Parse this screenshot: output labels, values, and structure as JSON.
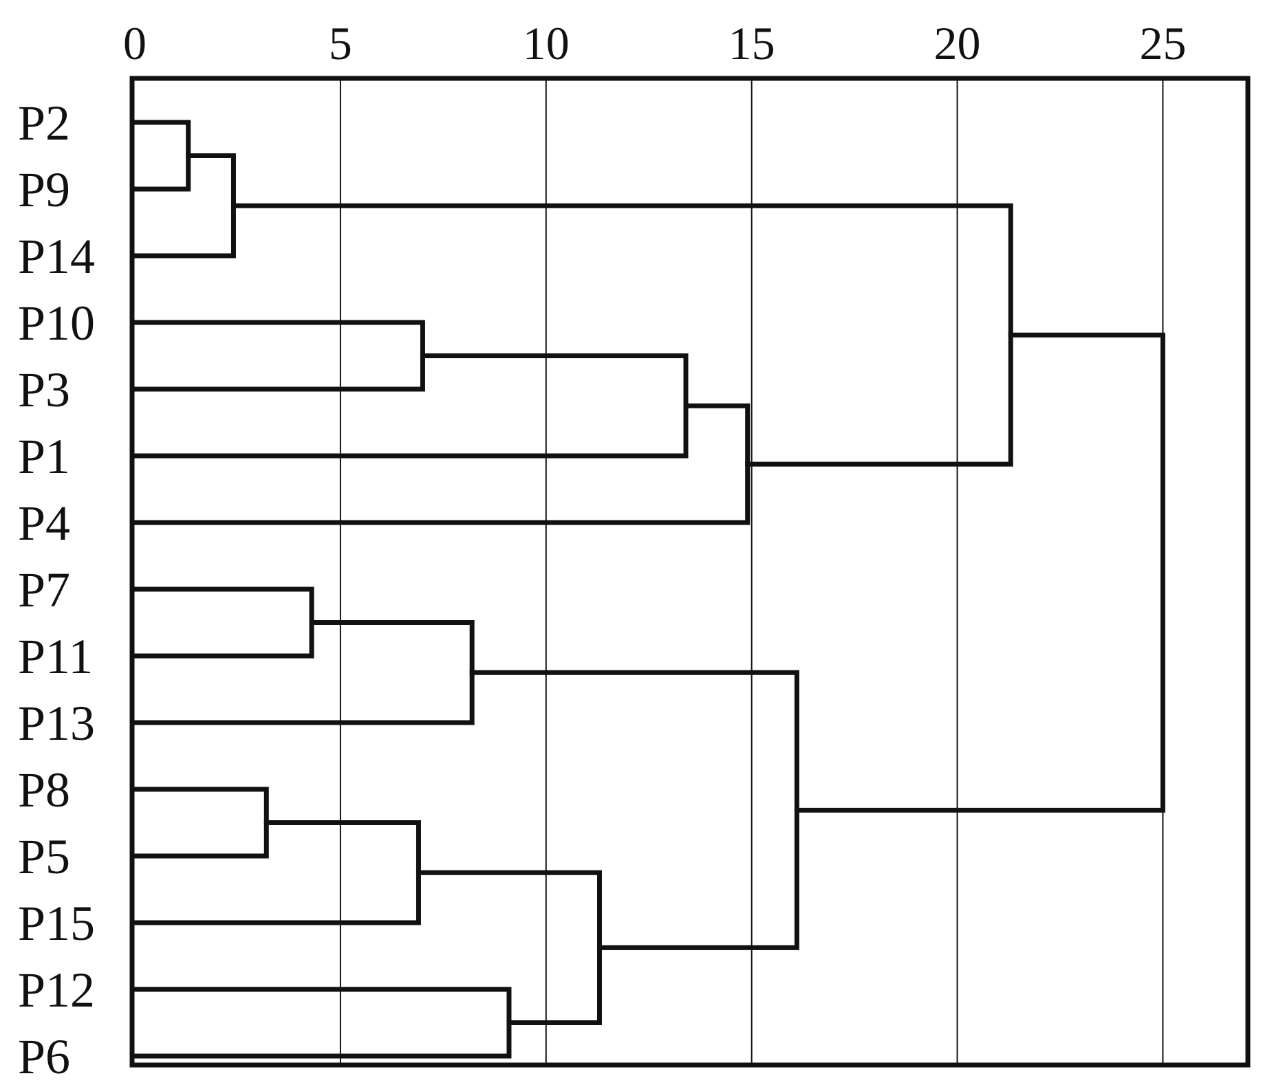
{
  "chart_data": {
    "type": "dendrogram",
    "title": "",
    "xlabel": "",
    "ylabel": "",
    "orientation": "horizontal",
    "xlim": [
      0,
      27
    ],
    "x_ticks": [
      "0",
      "5",
      "10",
      "15",
      "20",
      "25"
    ],
    "x_tick_values": [
      0,
      5,
      10,
      15,
      20,
      25
    ],
    "grid": "vertical lines at each tick",
    "leaves": [
      "P2",
      "P9",
      "P14",
      "P10",
      "P3",
      "P1",
      "P4",
      "P7",
      "P11",
      "P13",
      "P8",
      "P5",
      "P15",
      "P12",
      "P6"
    ],
    "merges": [
      {
        "id": "m1",
        "left": "P2",
        "right": "P9",
        "height": 1.3
      },
      {
        "id": "m2",
        "left": "m1",
        "right": "P14",
        "height": 2.4
      },
      {
        "id": "m3",
        "left": "P10",
        "right": "P3",
        "height": 7.0
      },
      {
        "id": "m4",
        "left": "m3",
        "right": "P1",
        "height": 13.4
      },
      {
        "id": "m5",
        "left": "m4",
        "right": "P4",
        "height": 14.9
      },
      {
        "id": "m6",
        "left": "m2",
        "right": "m5",
        "height": 21.3
      },
      {
        "id": "m7",
        "left": "P7",
        "right": "P11",
        "height": 4.3
      },
      {
        "id": "m8",
        "left": "m7",
        "right": "P13",
        "height": 8.2
      },
      {
        "id": "m9",
        "left": "P8",
        "right": "P5",
        "height": 3.2
      },
      {
        "id": "m10",
        "left": "m9",
        "right": "P15",
        "height": 6.9
      },
      {
        "id": "m11",
        "left": "P12",
        "right": "P6",
        "height": 9.1
      },
      {
        "id": "m12",
        "left": "m10",
        "right": "m11",
        "height": 11.3
      },
      {
        "id": "m13",
        "left": "m8",
        "right": "m12",
        "height": 16.1
      },
      {
        "id": "m14",
        "left": "m6",
        "right": "m13",
        "height": 25.0
      }
    ]
  }
}
